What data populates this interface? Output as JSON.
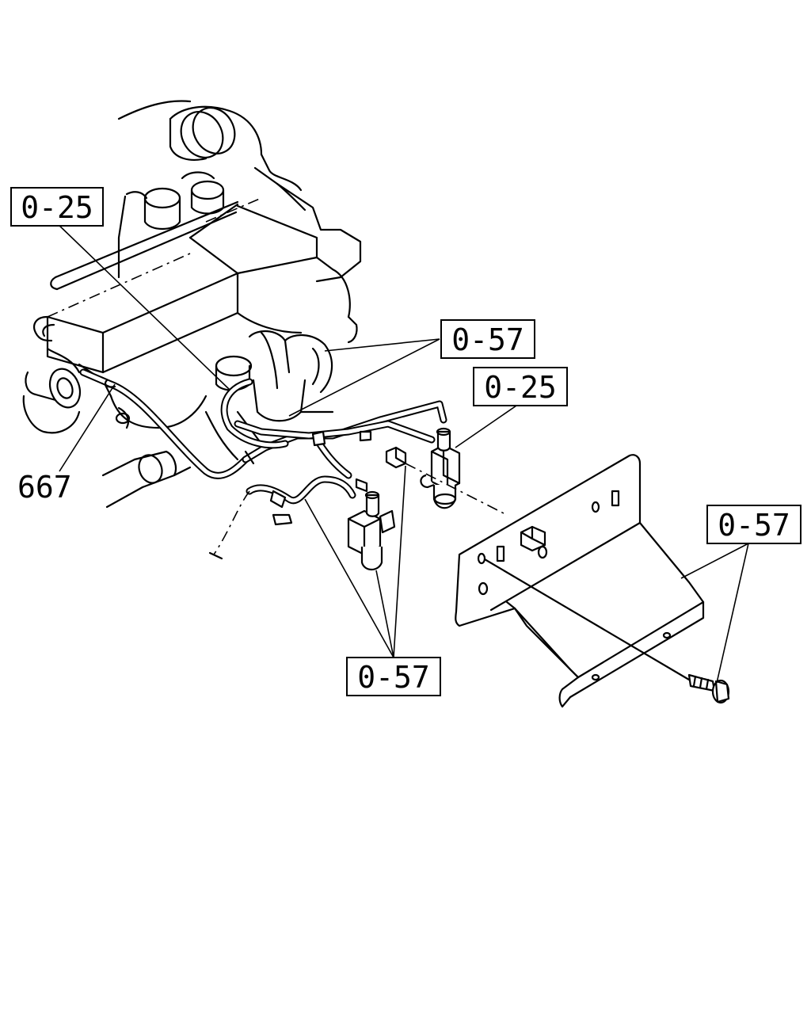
{
  "callouts": {
    "top_left": "0-25",
    "top_center": "0-57",
    "center_right": "0-25",
    "right": "0-57",
    "bottom": "0-57",
    "part_number": "667"
  }
}
